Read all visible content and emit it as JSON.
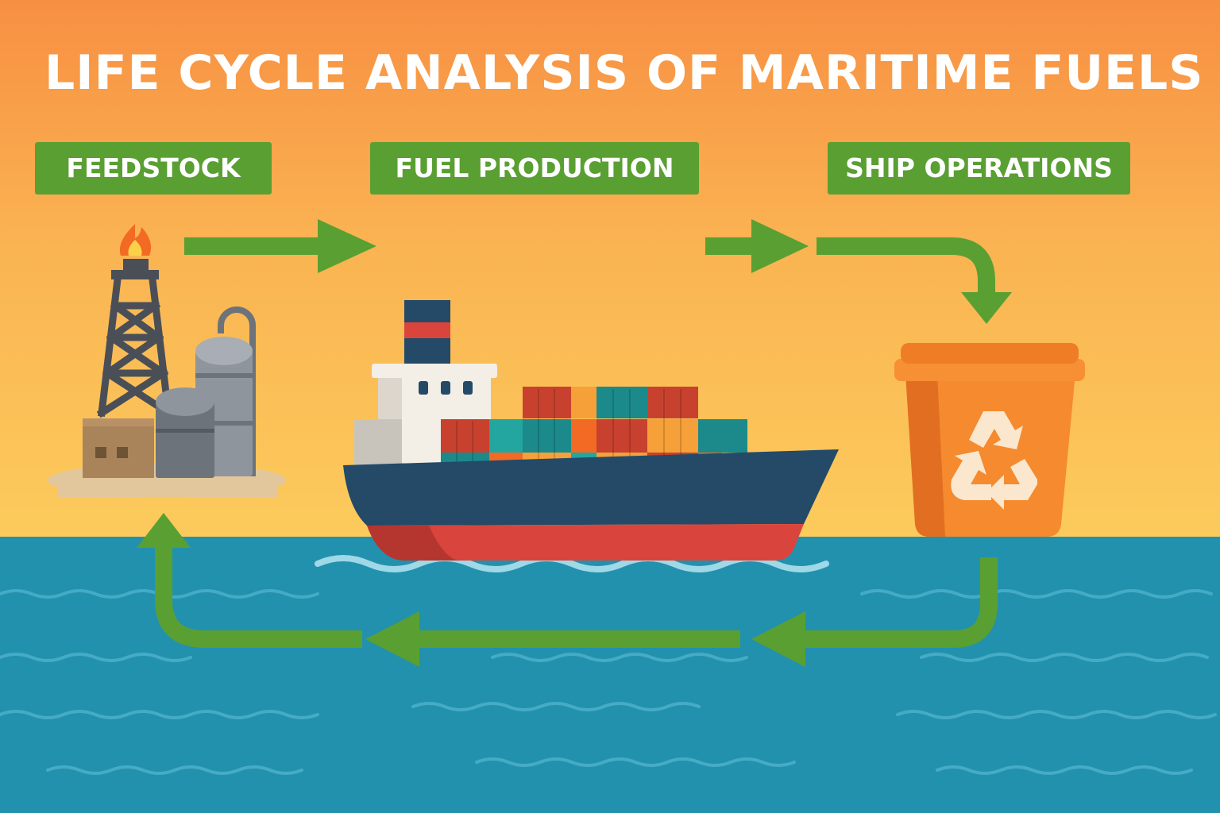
{
  "title": "LIFE CYCLE ANALYSIS OF MARITIME FUELS",
  "stages": [
    {
      "label": "FEEDSTOCK",
      "icon": "oil-rig-refinery-icon"
    },
    {
      "label": "FUEL PRODUCTION",
      "icon": "container-ship-icon"
    },
    {
      "label": "SHIP OPERATIONS",
      "icon": "recycling-bin-icon"
    }
  ],
  "colors": {
    "sky_top": "#f78f42",
    "sky_bottom": "#fccb5c",
    "sea": "#2291ae",
    "arrow_green": "#5a9f32",
    "label_green": "#5a9f32",
    "hull_navy": "#244a68",
    "hull_red": "#d9453c",
    "bin_orange": "#f58a2e"
  }
}
